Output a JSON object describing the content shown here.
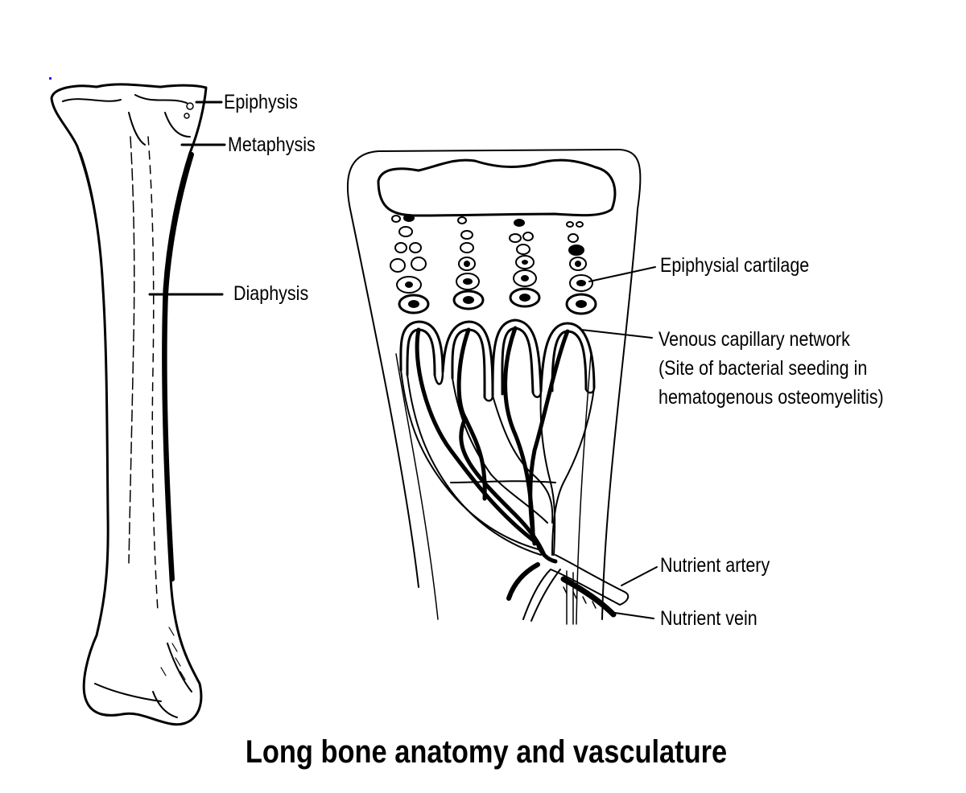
{
  "labels": {
    "epiphysis": "Epiphysis",
    "metaphysis": "Metaphysis",
    "diaphysis": "Diaphysis",
    "epiphysial_cartilage": "Epiphysial cartilage",
    "venous_network": [
      "Venous capillary network",
      "(Site of bacterial seeding in",
      "hematogenous osteomyelitis)"
    ],
    "nutrient_artery": "Nutrient artery",
    "nutrient_vein": "Nutrient vein"
  },
  "title": "Long bone anatomy and vasculature",
  "colors": {
    "ink": "#000000",
    "background": "#ffffff",
    "dot": "#1a1aff"
  }
}
